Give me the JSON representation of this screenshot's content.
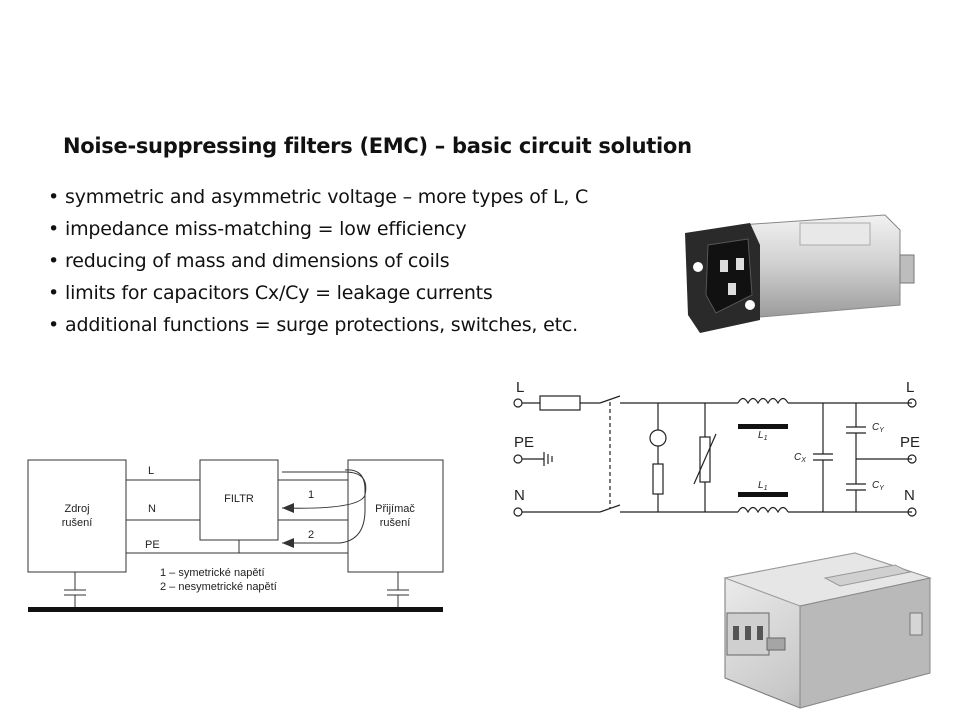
{
  "title": "Noise-suppressing filters (EMC) – basic circuit solution",
  "bullets": [
    "symmetric and asymmetric voltage – more types of L, C",
    "impedance miss-matching = low efficiency",
    "reducing of mass and dimensions of coils",
    "limits for capacitors Cx/Cy = leakage currents",
    "additional functions = surge protections, switches, etc."
  ],
  "block_diagram": {
    "source_label": "Zdroj\nrušení",
    "filter_label": "FILTR",
    "receiver_label": "Přijímač\nrušení",
    "line_L": "L",
    "line_N": "N",
    "line_PE": "PE",
    "arrow_1": "1",
    "arrow_2": "2",
    "legend_1": "1 – symetrické napětí",
    "legend_2": "2 – nesymetrické napětí"
  },
  "schematic": {
    "in_L": "L",
    "in_PE": "PE",
    "in_N": "N",
    "out_L": "L",
    "out_PE": "PE",
    "out_N": "N",
    "coil_L1_top": "L",
    "coil_L1_top_sub": "1",
    "coil_L1_bottom": "L",
    "coil_L1_bottom_sub": "1",
    "cap_cx": "C",
    "cap_cx_sub": "X",
    "cap_cy_top": "C",
    "cap_cy_top_sub": "Y",
    "cap_cy_bottom": "C",
    "cap_cy_bottom_sub": "Y"
  },
  "colors": {
    "line": "#222222",
    "metal_light": "#d9d9d9",
    "metal_dark": "#7a7a7a",
    "plastic": "#2a2a2a"
  }
}
